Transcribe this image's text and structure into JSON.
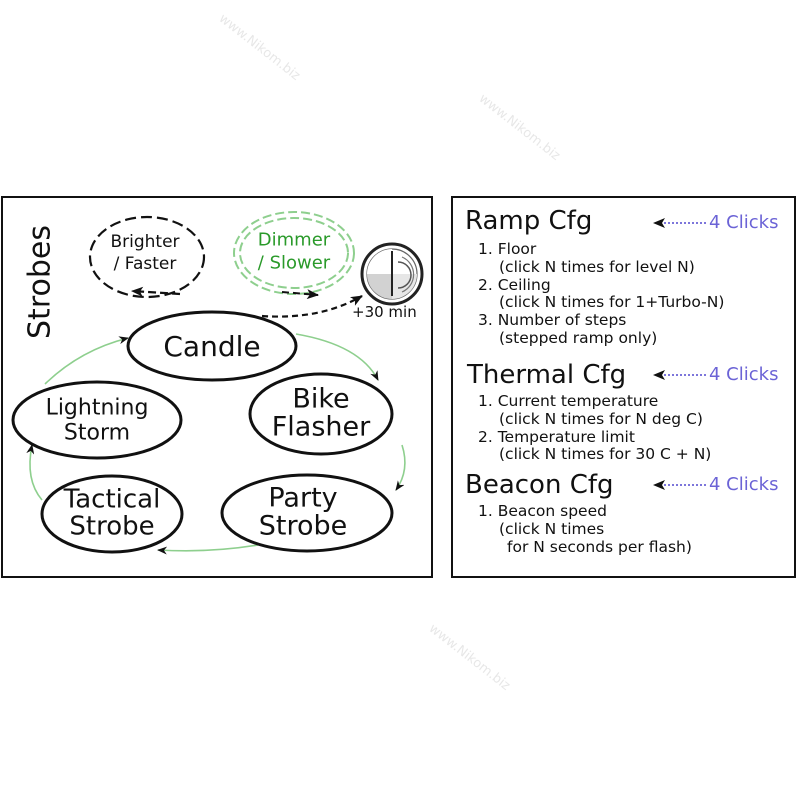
{
  "strobes_title": "Strobes",
  "brighter_label": [
    "Brighter",
    "/ Faster"
  ],
  "dimmer_label": [
    "Dimmer",
    "/ Slower"
  ],
  "timer_label": "+30 min",
  "modes": {
    "candle": [
      "Candle"
    ],
    "bike_flasher": [
      "Bike",
      "Flasher"
    ],
    "party_strobe": [
      "Party",
      "Strobe"
    ],
    "tactical_strobe": [
      "Tactical",
      "Strobe"
    ],
    "lightning_storm": [
      "Lightning",
      "Storm"
    ]
  },
  "config": {
    "ramp": {
      "title": "Ramp Cfg",
      "clicks": "4 Clicks",
      "items": [
        "1. Floor",
        "(click N times for level N)",
        "2. Ceiling",
        "(click N times for 1+Turbo-N)",
        "3. Number of steps",
        "(stepped ramp only)"
      ]
    },
    "thermal": {
      "title": "Thermal Cfg",
      "clicks": "4 Clicks",
      "items": [
        "1. Current temperature",
        "(click N times for N deg C)",
        "2. Temperature limit",
        "(click N times for 30 C + N)"
      ]
    },
    "beacon": {
      "title": "Beacon Cfg",
      "clicks": "4 Clicks",
      "items": [
        "1. Beacon speed",
        "(click N times",
        "for N seconds per flash)"
      ]
    }
  },
  "colors": {
    "green": "#2a9a2a",
    "green_light": "#8ecf8e",
    "purple": "#6b63d6",
    "ink": "#111111"
  }
}
